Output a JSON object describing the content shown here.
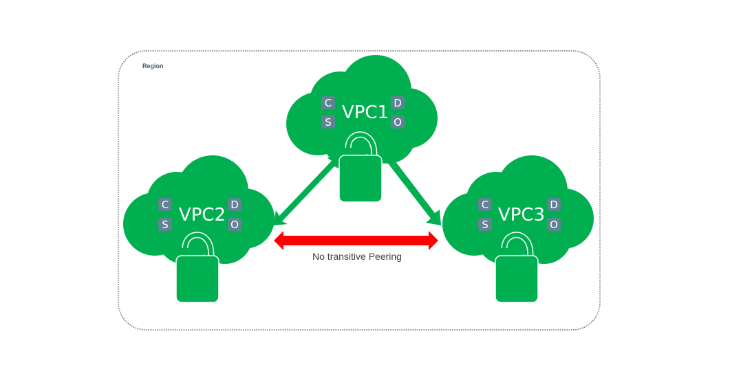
{
  "region": {
    "label": "Region"
  },
  "colors": {
    "cloud": "#00b050",
    "badge": "#5e8494",
    "peering_arrow": "#00b050",
    "no_transit_arrow": "#ff0000",
    "border": "#707070"
  },
  "vpcs": [
    {
      "id": "vpc1",
      "label": "VPC1",
      "badges": [
        "C",
        "S",
        "D",
        "O"
      ],
      "icon": "padlock-icon"
    },
    {
      "id": "vpc2",
      "label": "VPC2",
      "badges": [
        "C",
        "S",
        "D",
        "O"
      ],
      "icon": "padlock-icon"
    },
    {
      "id": "vpc3",
      "label": "VPC3",
      "badges": [
        "C",
        "S",
        "D",
        "O"
      ],
      "icon": "padlock-icon"
    }
  ],
  "connections": [
    {
      "from": "VPC1",
      "to": "VPC2",
      "type": "peering"
    },
    {
      "from": "VPC1",
      "to": "VPC3",
      "type": "peering"
    },
    {
      "from": "VPC2",
      "to": "VPC3",
      "type": "no-transitive",
      "label": "No transitive Peering"
    }
  ]
}
